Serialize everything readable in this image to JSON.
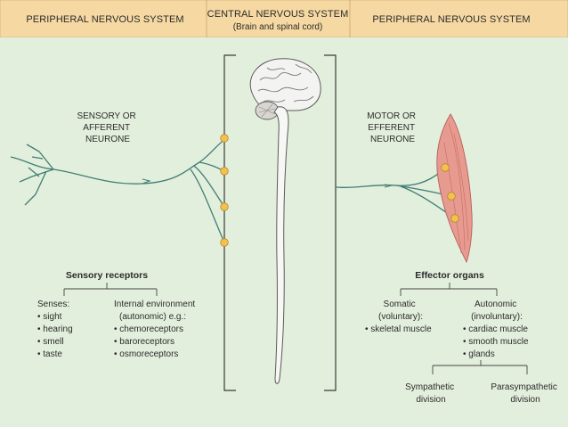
{
  "header": {
    "left_title": "PERIPHERAL NERVOUS SYSTEM",
    "center_title": "CENTRAL NERVOUS SYSTEM",
    "center_subtitle": "(Brain and spinal cord)",
    "right_title": "PERIPHERAL NERVOUS SYSTEM"
  },
  "sensory": {
    "neurone_label": [
      "SENSORY OR",
      "AFFERENT",
      "NEURONE"
    ],
    "receptors_title": "Sensory receptors",
    "senses_title": "Senses:",
    "senses_items": [
      "• sight",
      "• hearing",
      "• smell",
      "• taste"
    ],
    "internal_title": [
      "Internal environment",
      "(autonomic) e.g.:"
    ],
    "internal_items": [
      "• chemoreceptors",
      "• baroreceptors",
      "• osmoreceptors"
    ]
  },
  "motor": {
    "neurone_label": [
      "MOTOR OR",
      "EFFERENT",
      "NEURONE"
    ],
    "effector_title": "Effector organs",
    "somatic_title": [
      "Somatic",
      "(voluntary):"
    ],
    "somatic_items": [
      "• skeletal muscle"
    ],
    "autonomic_title": [
      "Autonomic",
      "(involuntary):"
    ],
    "autonomic_items": [
      "• cardiac muscle",
      "• smooth muscle",
      "• glands"
    ],
    "sympathetic": [
      "Sympathetic",
      "division"
    ],
    "parasympathetic": [
      "Parasympathetic",
      "division"
    ]
  },
  "colors": {
    "header_bg": "#f6d9a2",
    "panel_bg": "#e3efdd",
    "nerve": "#3f7d74",
    "synapse": "#f2c14e",
    "muscle": "#e79a8f",
    "line": "#444444"
  }
}
